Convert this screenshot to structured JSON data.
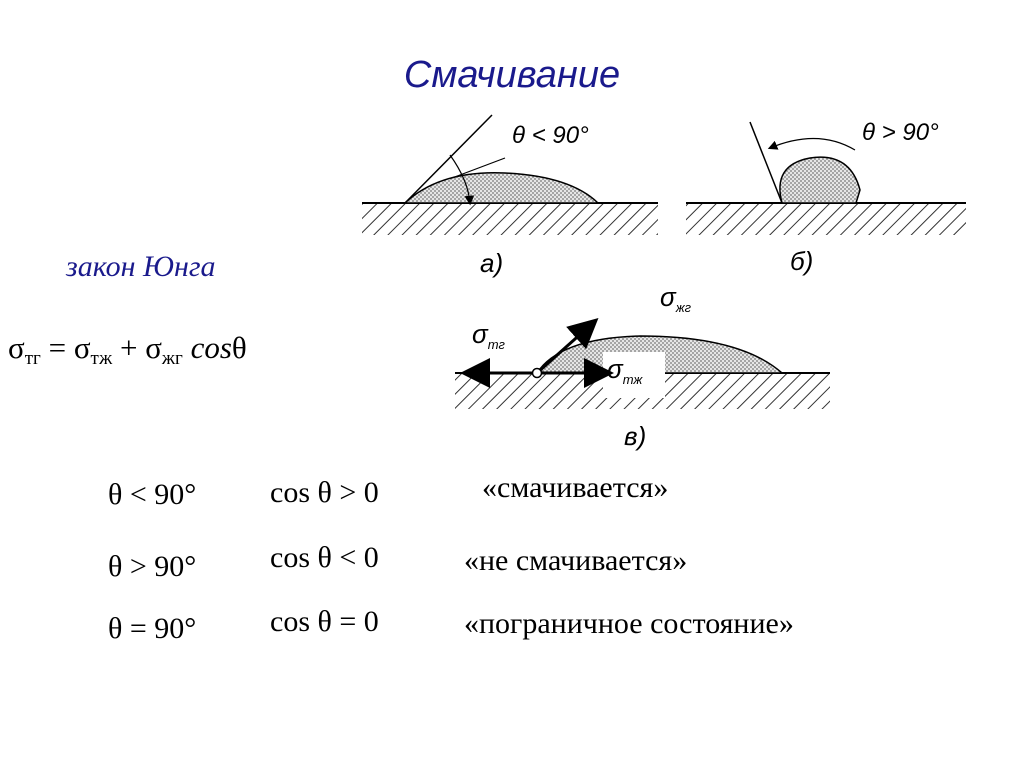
{
  "title": "Смачивание",
  "law_label": "закон Юнга",
  "formula": {
    "sigma": "σ",
    "sub_tg": "тг",
    "equals": "=",
    "sub_tzh": "тж",
    "plus": "+",
    "sub_zhg": "жг",
    "cos": "cos",
    "theta": "θ"
  },
  "figures": {
    "a": {
      "angle_label": "θ < 90°",
      "caption": "а)"
    },
    "b": {
      "angle_label": "θ > 90°",
      "caption": "б)"
    },
    "c": {
      "caption": "в)",
      "sigma_tg": "σ",
      "sigma_tg_sub": "тг",
      "sigma_zhg": "σ",
      "sigma_zhg_sub": "жг",
      "sigma_tzh": "σ",
      "sigma_tzh_sub": "тж"
    }
  },
  "conditions": [
    {
      "angle": "θ < 90°",
      "cos": "cos θ > 0",
      "result": "«смачивается»"
    },
    {
      "angle": "θ > 90°",
      "cos": "cos θ < 0",
      "result": "«не смачивается»"
    },
    {
      "angle": "θ = 90°",
      "cos": "cos θ = 0",
      "result": "«пограничное состояние»"
    }
  ]
}
